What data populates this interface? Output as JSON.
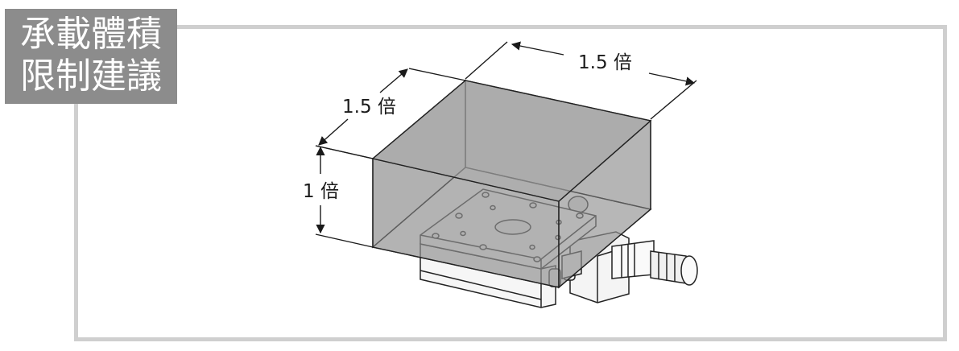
{
  "badge": {
    "line1": "承載體積",
    "line2": "限制建議"
  },
  "dimensions": {
    "width_label": "1.5 倍",
    "depth_label": "1.5 倍",
    "height_label": "1 倍"
  },
  "colors": {
    "badge_bg": "#8c8c8c",
    "frame": "#cfcfcf",
    "volume_box": "#9a9a9a"
  }
}
